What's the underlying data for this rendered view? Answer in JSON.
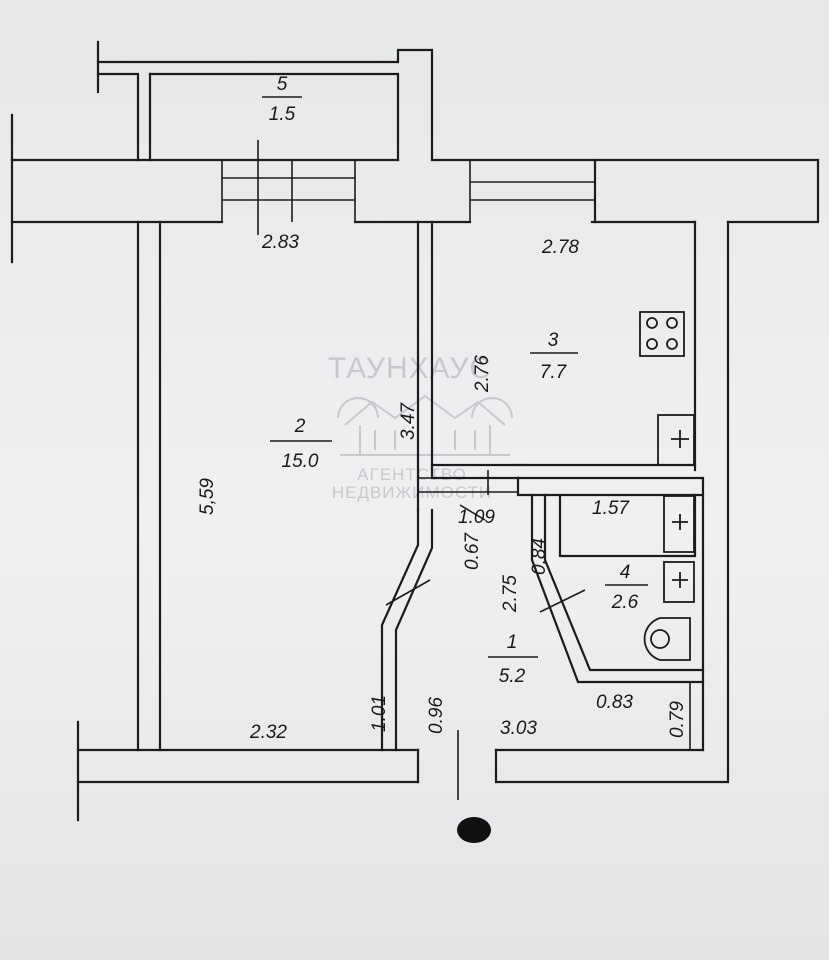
{
  "plan": {
    "rooms": [
      {
        "id": "room-1",
        "number": "1",
        "area": "5.2"
      },
      {
        "id": "room-2",
        "number": "2",
        "area": "15.0"
      },
      {
        "id": "room-3",
        "number": "3",
        "area": "7.7"
      },
      {
        "id": "room-4",
        "number": "4",
        "area": "2.6"
      },
      {
        "id": "room-5",
        "number": "5",
        "area": "1.5"
      }
    ],
    "dimensions": {
      "room2_top": "2.83",
      "room3_top": "2.78",
      "room2_height": "5,59",
      "room2_partition": "3.47",
      "room3_height": "2.76",
      "bath_top": "1.57",
      "hall_top": "1.09",
      "hall_left_upper": "0.67",
      "hall_right_upper": "0.84",
      "hall_length": "2.75",
      "hall_left_lower": "1.01",
      "door_width": "0.96",
      "room2_bottom": "2.32",
      "hall_bottom": "3.03",
      "bath_bottom": "0.83",
      "bath_side": "0.79"
    }
  },
  "watermark": {
    "brand": "ТАУНХАУС",
    "line1": "АГЕНТСТВО",
    "line2": "НЕДВИЖИМОСТИ"
  },
  "colors": {
    "paper": "#e9eaec",
    "ink": "#1c1c1c",
    "watermark": "#b9bcc2"
  }
}
